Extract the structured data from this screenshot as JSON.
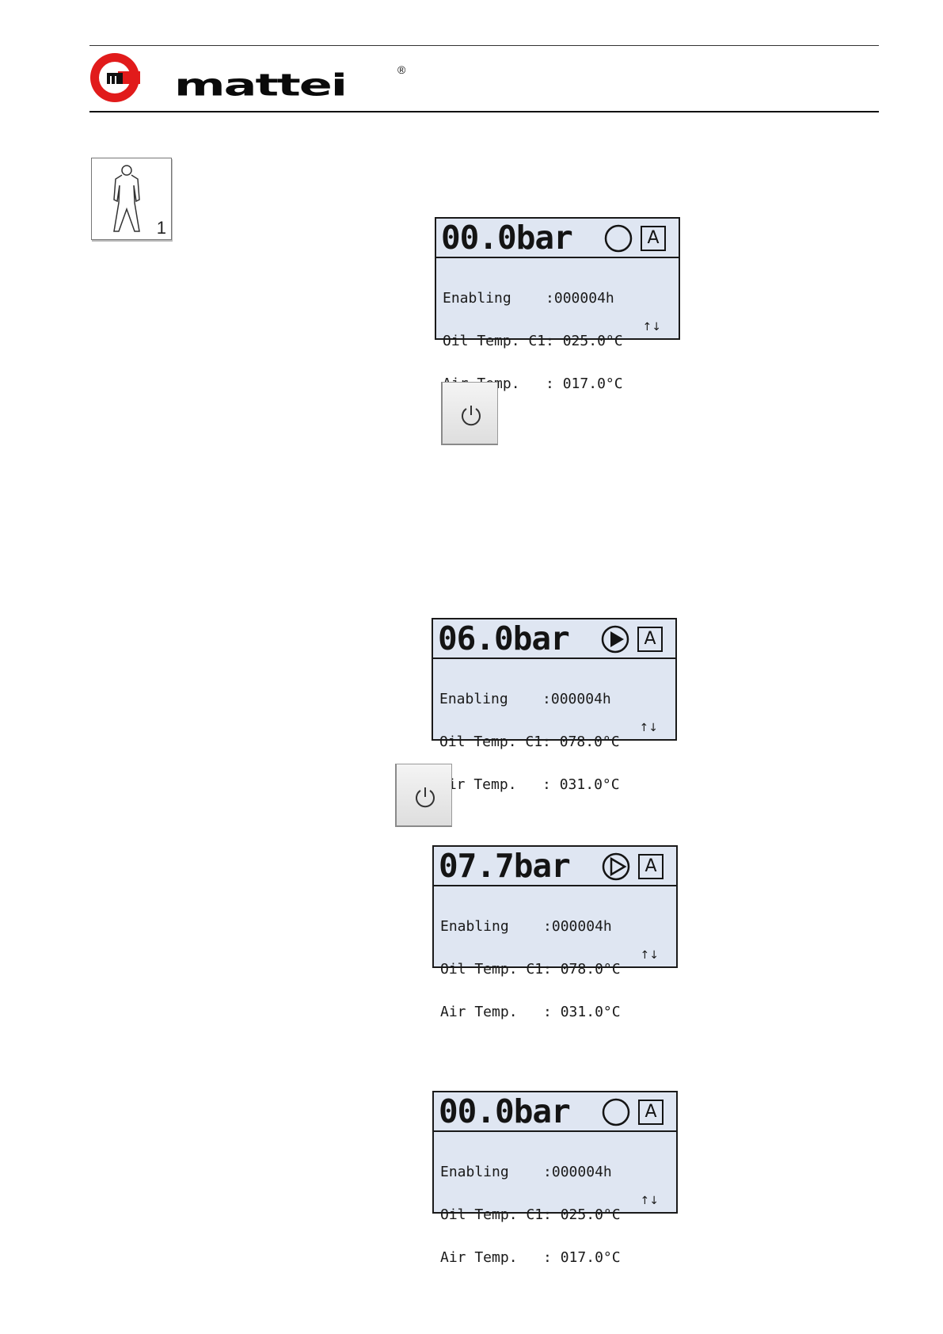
{
  "header": {
    "brand": "mattei",
    "registered": "®",
    "logo_icon": "mattei-logo-icon"
  },
  "operator_badge": {
    "icon": "person-icon",
    "number": "1"
  },
  "power_button_icon": "power-icon",
  "displays": [
    {
      "pressure": "00.0bar",
      "state_icon": "circle-outline-icon",
      "mode": "A",
      "rows": [
        "Enabling    :000004h",
        "Oil Temp. C1: 025.0°C",
        "Air Temp.   : 017.0°C"
      ],
      "arrows": "↑↓"
    },
    {
      "pressure": "06.0bar",
      "state_icon": "play-filled-icon",
      "mode": "A",
      "rows": [
        "Enabling    :000004h",
        "Oil Temp. C1: 078.0°C",
        "Air Temp.   : 031.0°C"
      ],
      "arrows": "↑↓"
    },
    {
      "pressure": "07.7bar",
      "state_icon": "play-outline-icon",
      "mode": "A",
      "rows": [
        "Enabling    :000004h",
        "Oil Temp. C1: 078.0°C",
        "Air Temp.   : 031.0°C"
      ],
      "arrows": "↑↓"
    },
    {
      "pressure": "00.0bar",
      "state_icon": "circle-outline-icon",
      "mode": "A",
      "rows": [
        "Enabling    :000004h",
        "Oil Temp. C1: 025.0°C",
        "Air Temp.   : 017.0°C"
      ],
      "arrows": "↑↓"
    }
  ]
}
